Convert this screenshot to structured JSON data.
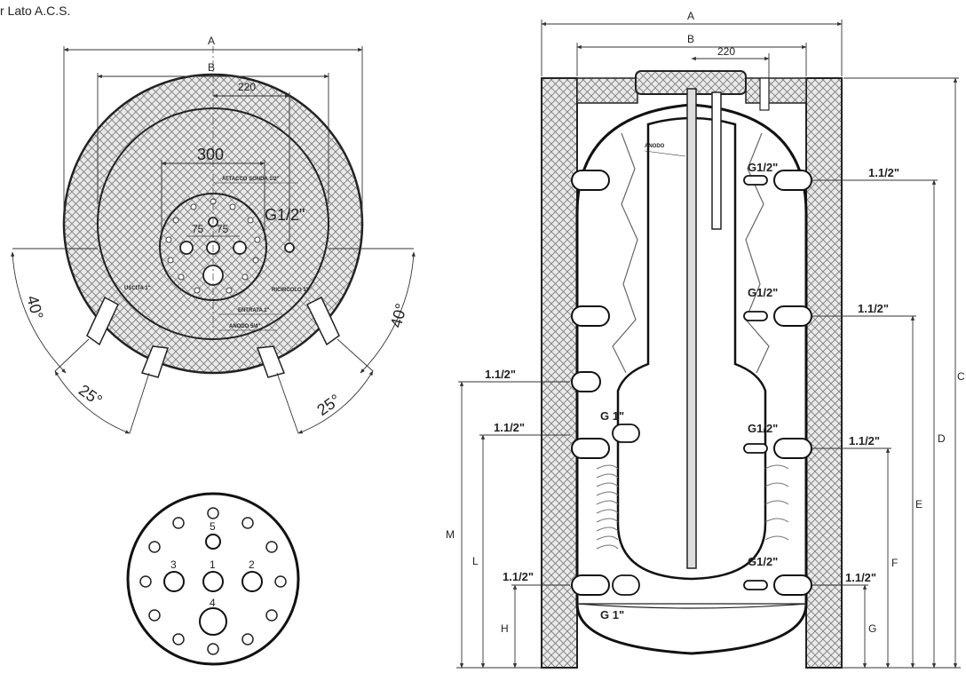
{
  "caption": "r Lato A.C.S.",
  "top_view": {
    "dim_a": "A",
    "dim_b": "B",
    "dim_220": "220",
    "dim_300": "300",
    "attacco_sonda": "ATTACCO SONDA 1/2\"",
    "flange_port": "G1/2\"",
    "spacing_left": "75",
    "spacing_right": "75",
    "uscita": "USCITA 1\"",
    "ricircolo": "RICIRCOLO 1\"",
    "entrata": "ENTRATA 1\"",
    "anodo": "ANODO 5/4\"",
    "angle_left_40": "40°",
    "angle_right_40": "40°",
    "angle_left_25": "25°",
    "angle_right_25": "25°"
  },
  "flange_view": {
    "n1": "1",
    "n2": "2",
    "n3": "3",
    "n4": "4",
    "n5": "5"
  },
  "section_view": {
    "dim_a": "A",
    "dim_b": "B",
    "dim_220": "220",
    "anodo_label": "ANODO",
    "g12_1": "G1/2\"",
    "g12_2": "G1/2\"",
    "g12_3": "G1/2\"",
    "g12_4": "G1/2\"",
    "g1_top": "G 1\"",
    "g1_bottom": "G 1\"",
    "r_112_1": "1.1/2\"",
    "r_112_2": "1.1/2\"",
    "r_112_3": "1.1/2\"",
    "r_112_4": "1.1/2\"",
    "l_112_1": "1.1/2\"",
    "l_112_2": "1.1/2\"",
    "l_112_3": "1.1/2\"",
    "dim_c": "C",
    "dim_d": "D",
    "dim_e": "E",
    "dim_f": "F",
    "dim_g": "G",
    "dim_h": "H",
    "dim_l": "L",
    "dim_m": "M"
  }
}
